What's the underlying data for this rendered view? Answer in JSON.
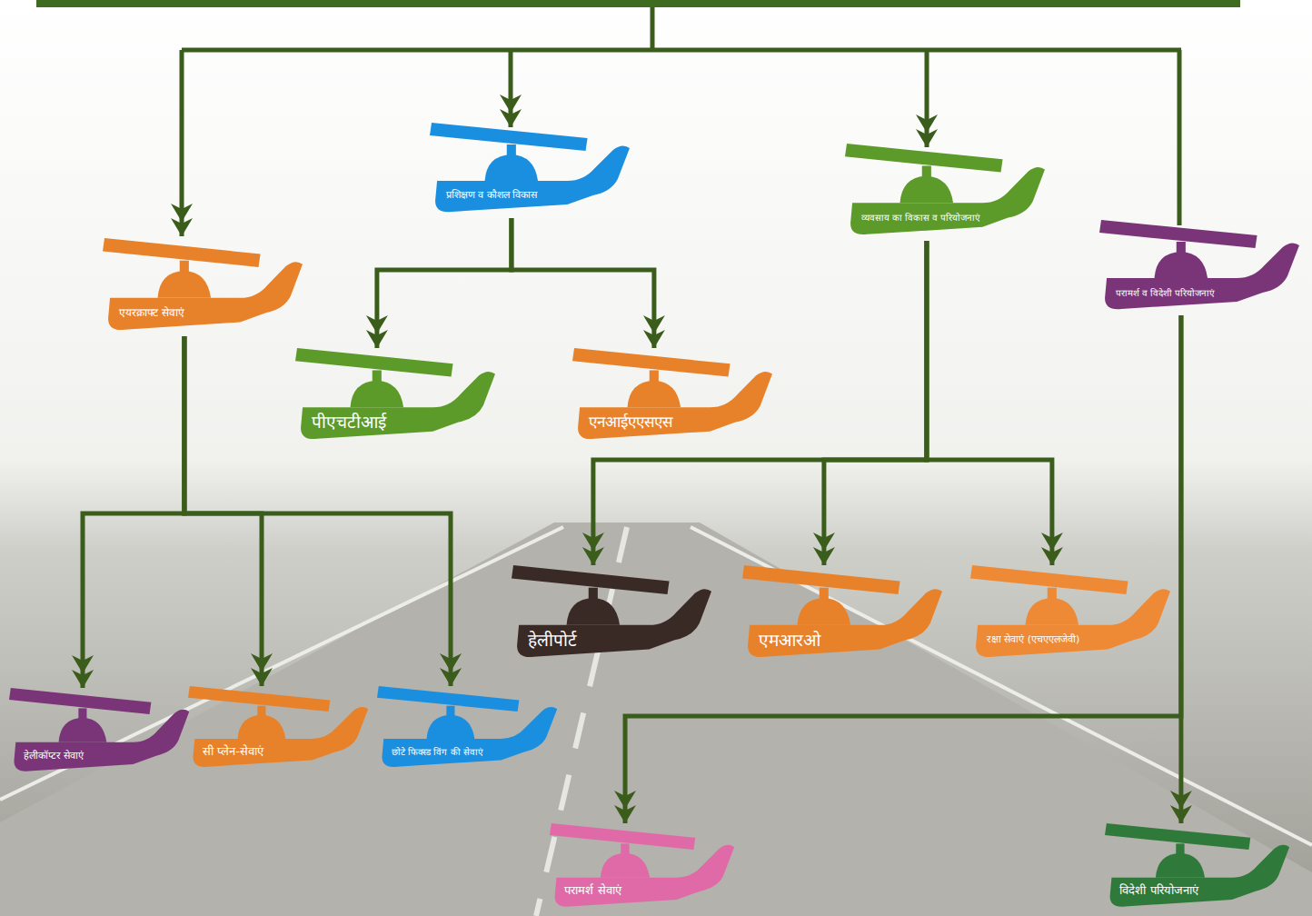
{
  "diagram": {
    "nodes": [
      {
        "text": [
          "एयरक्राफ्ट सेवाएं"
        ]
      },
      {
        "text": [
          "प्रशिक्षण व कौशल विकास"
        ]
      },
      {
        "text": [
          "व्यवसाय का विकास व परियोजनाएं"
        ]
      },
      {
        "text": [
          "परामर्श व विदेशी परियोजनाएं"
        ]
      },
      {
        "text": [
          "पीएचटीआई"
        ]
      },
      {
        "text": [
          "एनआईएएसएस"
        ]
      },
      {
        "text": [
          "हेलीपोर्ट"
        ]
      },
      {
        "text": [
          "एमआरओ"
        ]
      },
      {
        "text": [
          "रक्षा सेवाएं (एचएएलजेवी)"
        ]
      },
      {
        "text": [
          "हेलीकॉप्टर सेवाएं"
        ]
      },
      {
        "text": [
          "सी प्लेन-सेवाएं"
        ]
      },
      {
        "text": [
          "छोटे फिक्स्ड विंग की सेवाएं"
        ]
      },
      {
        "text": [
          "परामर्श सेवाएं"
        ]
      },
      {
        "text": [
          "विदेशी परियोजनाएं"
        ]
      }
    ],
    "edges": [
      {
        "from": 0,
        "to": 9,
        "arrow": "to"
      },
      {
        "from": 0,
        "to": 10,
        "arrow": "to"
      },
      {
        "from": 0,
        "to": 11,
        "arrow": "to"
      },
      {
        "from": 1,
        "to": 4,
        "arrow": "to"
      },
      {
        "from": 1,
        "to": 5,
        "arrow": "to"
      },
      {
        "from": 2,
        "to": 6,
        "arrow": "to"
      },
      {
        "from": 2,
        "to": 7,
        "arrow": "to"
      },
      {
        "from": 2,
        "to": 8,
        "arrow": "to"
      },
      {
        "from": 3,
        "to": 12,
        "arrow": "to"
      },
      {
        "from": 3,
        "to": 13,
        "arrow": "to"
      }
    ]
  }
}
